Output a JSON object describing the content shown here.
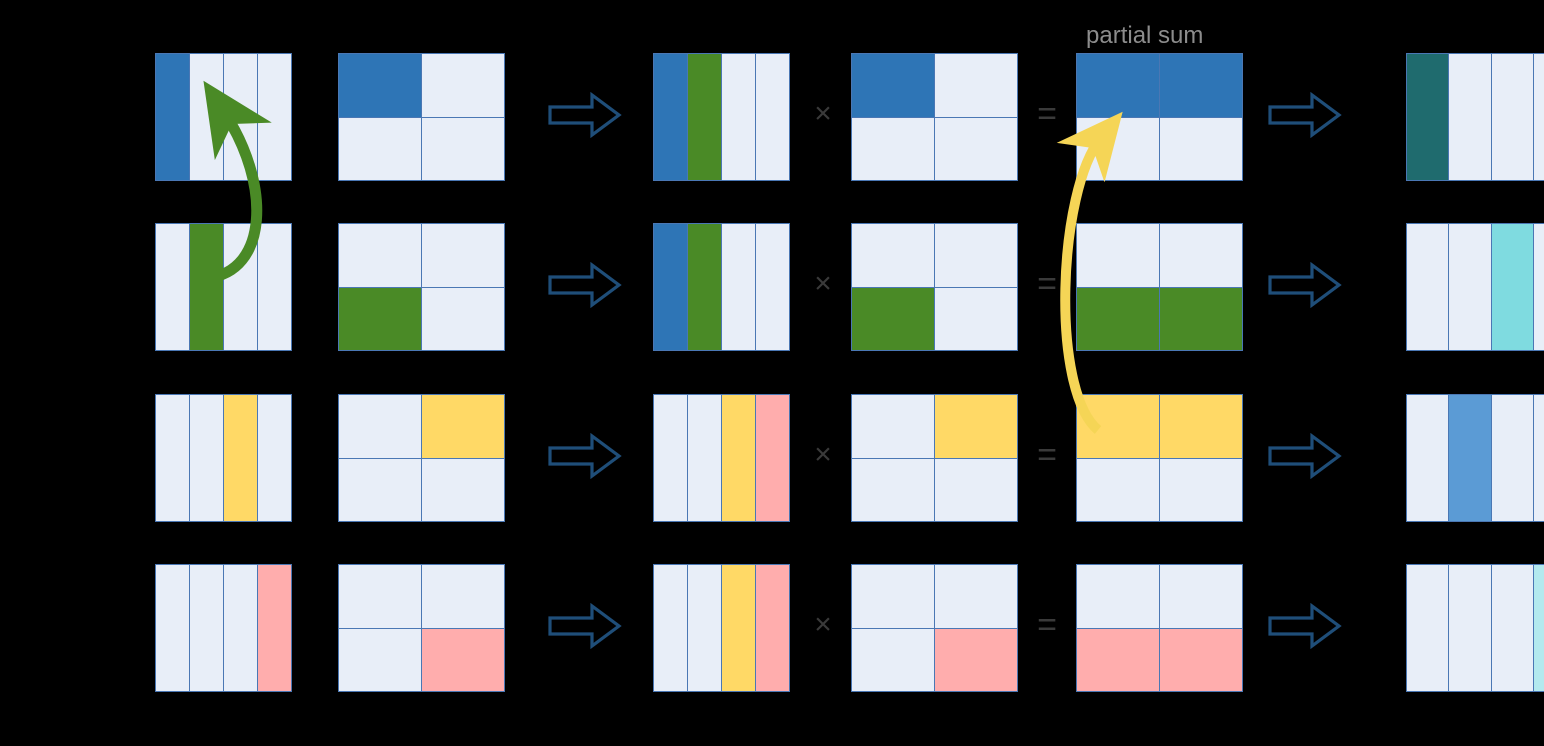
{
  "figure": {
    "background_color": "#000000",
    "grid_line_color": "#4a77b4",
    "empty_cell_color": "#e8eef8",
    "label_color": "#8c8c8c",
    "operator_color": "#3a3a3a",
    "block_arrow_color": "#1f4e79"
  },
  "palette": {
    "blue": "#2e75b6",
    "green": "#4a8a26",
    "yellow": "#ffd966",
    "pink": "#ffadad",
    "teal": "#1f6b6e",
    "medium_blue": "#5b9bd5",
    "cyan": "#7fdbe0",
    "light_cyan": "#b3e9ee",
    "empty": "#e8eef8"
  },
  "labels": {
    "partial_sum": "partial sum"
  },
  "operators": {
    "multiply": "×",
    "equals": "=",
    "flow": "block-arrow-right"
  },
  "annotations": {
    "green_arrow": {
      "name": "green-curved-arrow",
      "color": "#4a8a26",
      "from": "row2-input-column2",
      "to": "row1-input-column2"
    },
    "yellow_arrow": {
      "name": "yellow-curved-arrow",
      "color": "#f5d556",
      "from": "row3-partial-sum-top-left",
      "to": "row1-partial-sum-bottom-left"
    }
  },
  "rows": [
    {
      "id": "row-1",
      "input_vector": {
        "name": "input-vector",
        "cols": 4,
        "rows": 1,
        "fills": [
          [
            "blue"
          ],
          [
            "empty"
          ],
          [
            "empty"
          ],
          [
            "empty"
          ]
        ]
      },
      "weight_matrix": {
        "name": "weight-matrix",
        "cols": 2,
        "rows": 2,
        "fills": [
          [
            "blue",
            "empty"
          ],
          [
            "empty",
            "empty"
          ]
        ]
      },
      "accum_vector": {
        "name": "accumulated-input-vector",
        "cols": 4,
        "rows": 1,
        "fills": [
          [
            "blue"
          ],
          [
            "green"
          ],
          [
            "empty"
          ],
          [
            "empty"
          ]
        ]
      },
      "accum_matrix": {
        "name": "accumulated-weight-matrix",
        "cols": 2,
        "rows": 2,
        "fills": [
          [
            "blue",
            "empty"
          ],
          [
            "empty",
            "empty"
          ]
        ]
      },
      "partial_sum": {
        "name": "partial-sum-matrix",
        "cols": 2,
        "rows": 2,
        "fills": [
          [
            "blue",
            "empty"
          ],
          [
            "blue",
            "empty"
          ]
        ]
      },
      "output_vector": {
        "name": "output-vector",
        "cols": 4,
        "rows": 1,
        "fills": [
          [
            "teal"
          ],
          [
            "empty"
          ],
          [
            "empty"
          ],
          [
            "empty"
          ]
        ]
      }
    },
    {
      "id": "row-2",
      "input_vector": {
        "name": "input-vector",
        "cols": 4,
        "rows": 1,
        "fills": [
          [
            "empty"
          ],
          [
            "green"
          ],
          [
            "empty"
          ],
          [
            "empty"
          ]
        ]
      },
      "weight_matrix": {
        "name": "weight-matrix",
        "cols": 2,
        "rows": 2,
        "fills": [
          [
            "empty",
            "green"
          ],
          [
            "empty",
            "empty"
          ]
        ]
      },
      "accum_vector": {
        "name": "accumulated-input-vector",
        "cols": 4,
        "rows": 1,
        "fills": [
          [
            "blue"
          ],
          [
            "green"
          ],
          [
            "empty"
          ],
          [
            "empty"
          ]
        ]
      },
      "accum_matrix": {
        "name": "accumulated-weight-matrix",
        "cols": 2,
        "rows": 2,
        "fills": [
          [
            "empty",
            "green"
          ],
          [
            "empty",
            "empty"
          ]
        ]
      },
      "partial_sum": {
        "name": "partial-sum-matrix",
        "cols": 2,
        "rows": 2,
        "fills": [
          [
            "empty",
            "green"
          ],
          [
            "empty",
            "green"
          ]
        ]
      },
      "output_vector": {
        "name": "output-vector",
        "cols": 4,
        "rows": 1,
        "fills": [
          [
            "empty"
          ],
          [
            "empty"
          ],
          [
            "cyan"
          ],
          [
            "empty"
          ]
        ]
      }
    },
    {
      "id": "row-3",
      "input_vector": {
        "name": "input-vector",
        "cols": 4,
        "rows": 1,
        "fills": [
          [
            "empty"
          ],
          [
            "empty"
          ],
          [
            "yellow"
          ],
          [
            "empty"
          ]
        ]
      },
      "weight_matrix": {
        "name": "weight-matrix",
        "cols": 2,
        "rows": 2,
        "fills": [
          [
            "empty",
            "empty"
          ],
          [
            "yellow",
            "empty"
          ]
        ]
      },
      "accum_vector": {
        "name": "accumulated-input-vector",
        "cols": 4,
        "rows": 1,
        "fills": [
          [
            "empty"
          ],
          [
            "empty"
          ],
          [
            "yellow"
          ],
          [
            "pink"
          ]
        ]
      },
      "accum_matrix": {
        "name": "accumulated-weight-matrix",
        "cols": 2,
        "rows": 2,
        "fills": [
          [
            "empty",
            "empty"
          ],
          [
            "yellow",
            "empty"
          ]
        ]
      },
      "partial_sum": {
        "name": "partial-sum-matrix",
        "cols": 2,
        "rows": 2,
        "fills": [
          [
            "yellow",
            "empty"
          ],
          [
            "yellow",
            "empty"
          ]
        ]
      },
      "output_vector": {
        "name": "output-vector",
        "cols": 4,
        "rows": 1,
        "fills": [
          [
            "empty"
          ],
          [
            "medium_blue"
          ],
          [
            "empty"
          ],
          [
            "empty"
          ]
        ]
      }
    },
    {
      "id": "row-4",
      "input_vector": {
        "name": "input-vector",
        "cols": 4,
        "rows": 1,
        "fills": [
          [
            "empty"
          ],
          [
            "empty"
          ],
          [
            "empty"
          ],
          [
            "pink"
          ]
        ]
      },
      "weight_matrix": {
        "name": "weight-matrix",
        "cols": 2,
        "rows": 2,
        "fills": [
          [
            "empty",
            "empty"
          ],
          [
            "empty",
            "pink"
          ]
        ]
      },
      "accum_vector": {
        "name": "accumulated-input-vector",
        "cols": 4,
        "rows": 1,
        "fills": [
          [
            "empty"
          ],
          [
            "empty"
          ],
          [
            "yellow"
          ],
          [
            "pink"
          ]
        ]
      },
      "accum_matrix": {
        "name": "accumulated-weight-matrix",
        "cols": 2,
        "rows": 2,
        "fills": [
          [
            "empty",
            "empty"
          ],
          [
            "empty",
            "pink"
          ]
        ]
      },
      "partial_sum": {
        "name": "partial-sum-matrix",
        "cols": 2,
        "rows": 2,
        "fills": [
          [
            "empty",
            "pink"
          ],
          [
            "empty",
            "pink"
          ]
        ]
      },
      "output_vector": {
        "name": "output-vector",
        "cols": 4,
        "rows": 1,
        "fills": [
          [
            "empty"
          ],
          [
            "empty"
          ],
          [
            "empty"
          ],
          [
            "light_cyan"
          ]
        ]
      }
    }
  ]
}
